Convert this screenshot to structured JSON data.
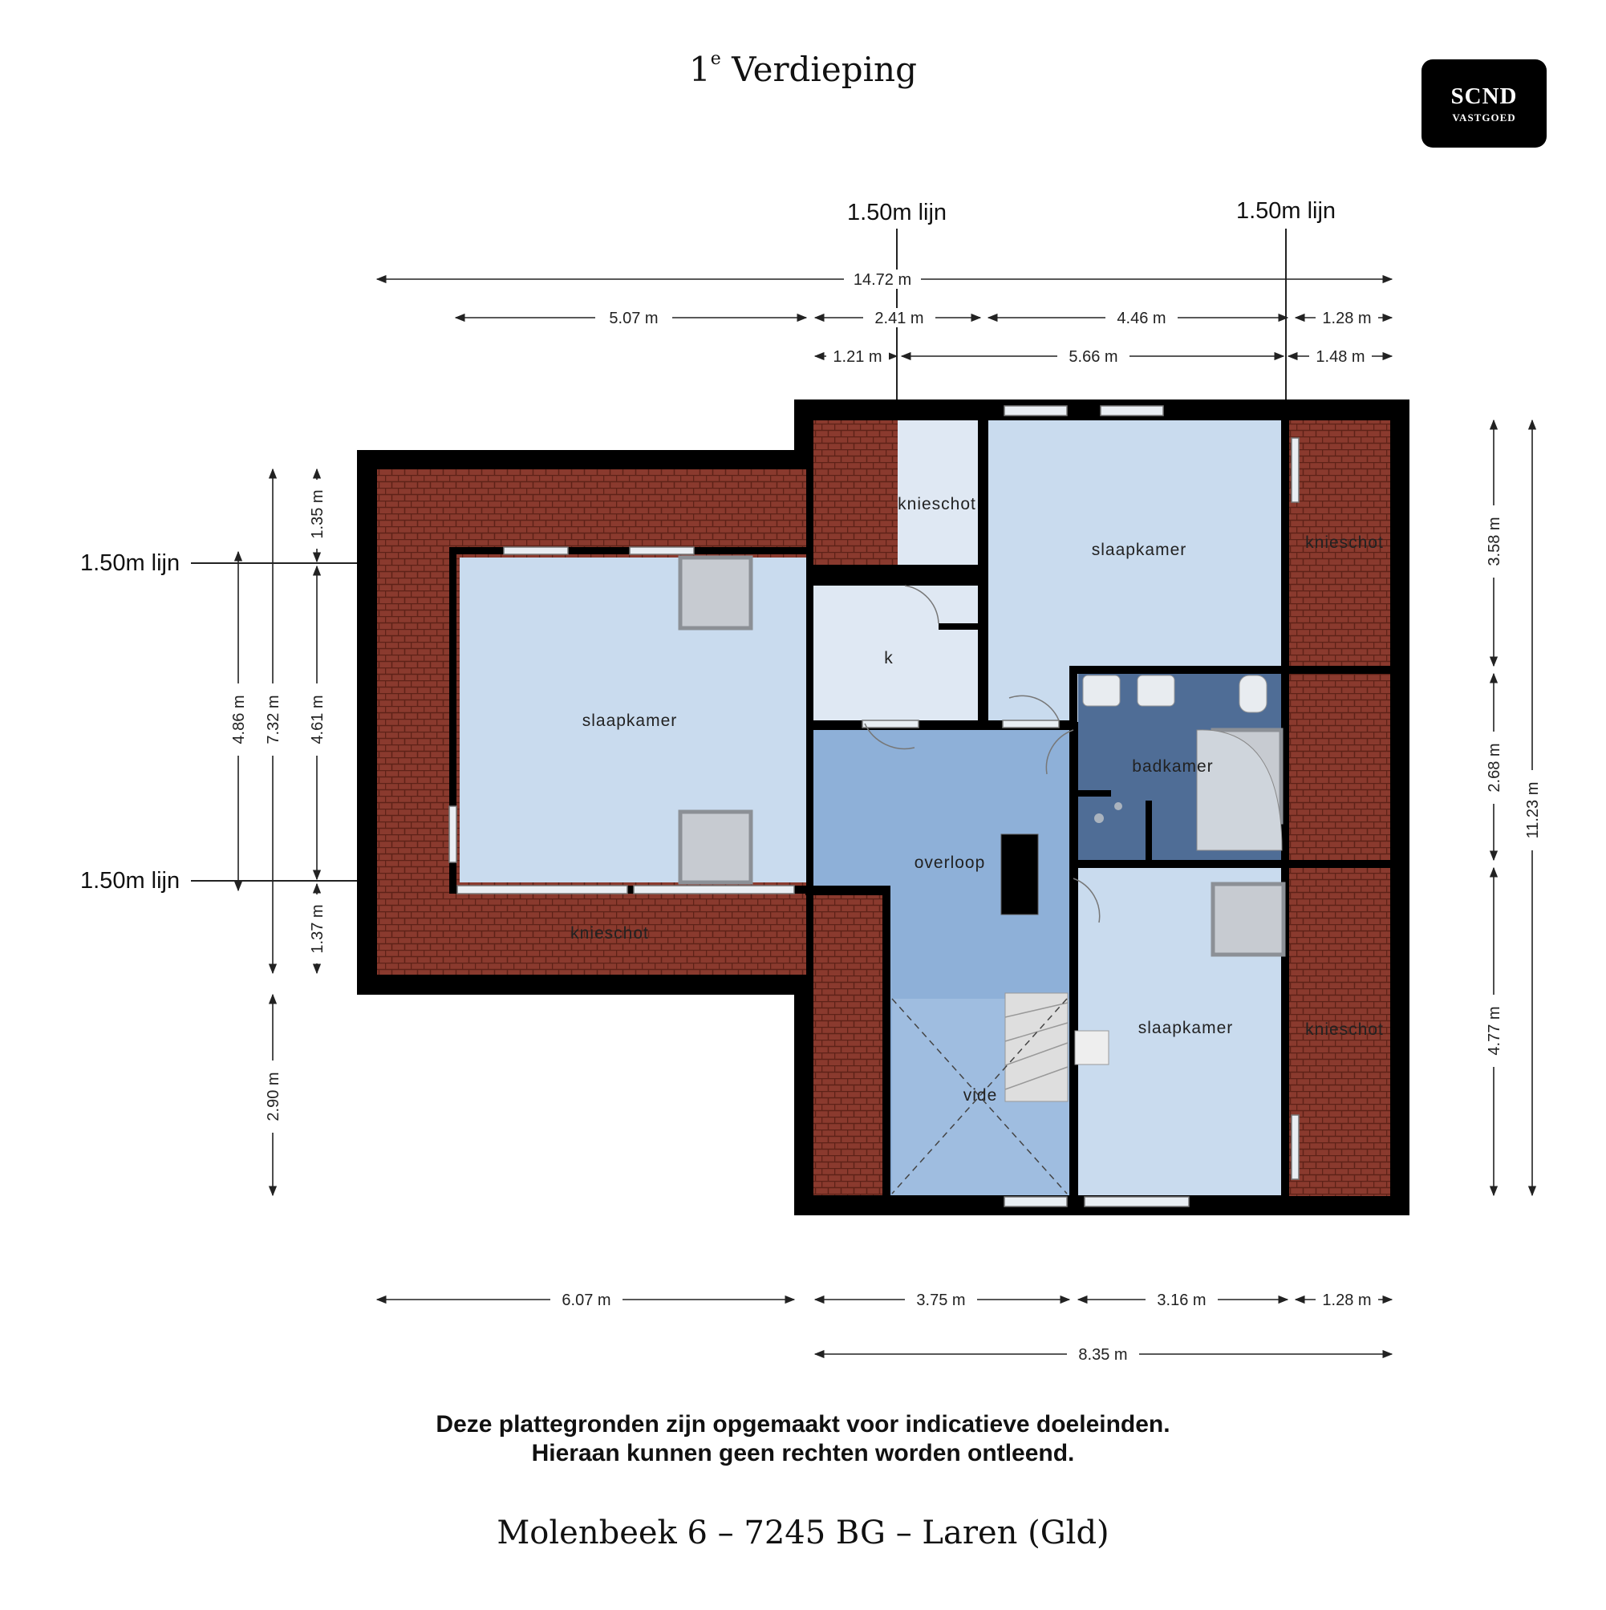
{
  "header": {
    "floor_number": "1",
    "floor_suffix": "e",
    "floor_name": "Verdieping"
  },
  "logo": {
    "line1": "SCND",
    "line2": "VASTGOED"
  },
  "rooms": {
    "slaapkamer_left": "slaapkamer",
    "slaapkamer_top_right": "slaapkamer",
    "slaapkamer_bottom_right": "slaapkamer",
    "knieschot_top_mid": "knieschot",
    "knieschot_right_top": "knieschot",
    "knieschot_right_bottom": "knieschot",
    "knieschot_left_bottom": "knieschot",
    "k": "k",
    "overloop": "overloop",
    "badkamer": "badkamer",
    "vide": "vide"
  },
  "lines": {
    "top_left": "1.50m lijn",
    "top_right": "1.50m lijn",
    "left_top": "1.50m lijn",
    "left_bottom": "1.50m lijn"
  },
  "dimensions": {
    "top_total": "14.72 m",
    "top_r1_a": "5.07 m",
    "top_r1_b": "2.41 m",
    "top_r1_c": "4.46 m",
    "top_r1_d": "1.28 m",
    "top_r2_a": "1.21 m",
    "top_r2_b": "5.66 m",
    "top_r2_c": "1.48 m",
    "bottom_a": "6.07 m",
    "bottom_b": "3.75 m",
    "bottom_c": "3.16 m",
    "bottom_d": "1.28 m",
    "bottom_total": "8.35 m",
    "left_a": "4.86 m",
    "left_b": "7.32 m",
    "left_c1": "1.35 m",
    "left_c2": "4.61 m",
    "left_c3": "1.37 m",
    "left_d": "2.90 m",
    "right_a": "3.58 m",
    "right_b": "2.68 m",
    "right_c": "4.77 m",
    "right_total": "11.23 m"
  },
  "footer": {
    "disclaimer_line1": "Deze plattegronden zijn opgemaakt voor indicatieve doeleinden.",
    "disclaimer_line2": "Hieraan kunnen geen rechten worden ontleend.",
    "address": "Molenbeek 6 – 7245 BG – Laren (Gld)"
  },
  "colors": {
    "roof_tile": "#8a3a2e",
    "roof_line": "#5e2218",
    "wall": "#000000",
    "bedroom": "#c9dbee",
    "hall": "#8eb0d8",
    "bathroom": "#4f6d96",
    "small_room": "#dfe8f3"
  }
}
